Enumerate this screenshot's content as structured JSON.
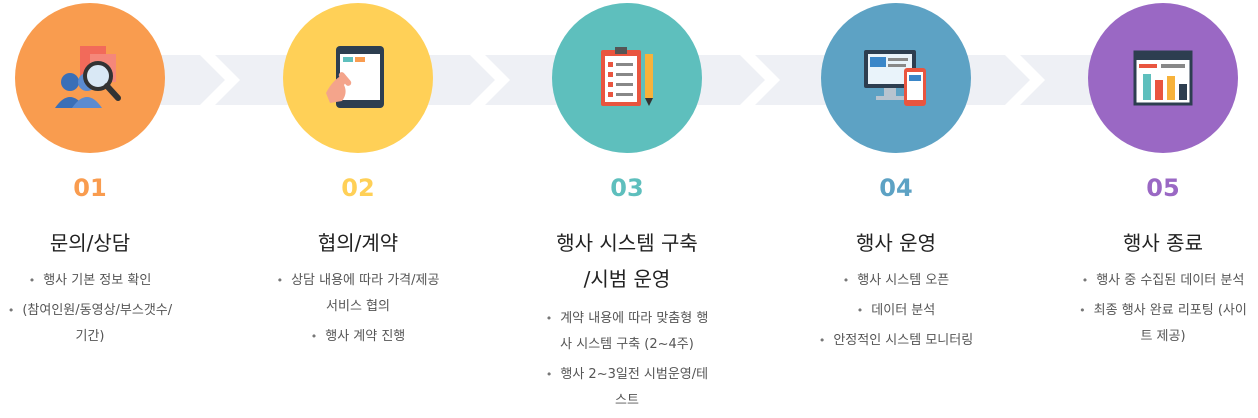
{
  "steps": [
    {
      "number": "01",
      "title_lines": [
        "문의/상담"
      ],
      "bullets": [
        "행사 기본 정보 확인",
        "(참여인원/동영상/부스갯수/기간)"
      ],
      "color": "#f99c4f",
      "icon": "consultation-magnifier-icon"
    },
    {
      "number": "02",
      "title_lines": [
        "협의/계약"
      ],
      "bullets": [
        "상담 내용에 따라 가격/제공 서비스 협의",
        "행사 계약 진행"
      ],
      "color": "#ffd057",
      "icon": "tablet-touch-icon"
    },
    {
      "number": "03",
      "title_lines": [
        "행사 시스템 구축",
        "/시범 운영"
      ],
      "bullets": [
        "계약 내용에 따라 맞춤형 행사 시스템 구축 (2~4주)",
        "행사 2~3일전 시범운영/테스트"
      ],
      "color": "#5ebfbd",
      "icon": "checklist-pencil-icon"
    },
    {
      "number": "04",
      "title_lines": [
        "행사 운영"
      ],
      "bullets": [
        "행사 시스템 오픈",
        "데이터 분석",
        "안정적인 시스템 모니터링"
      ],
      "color": "#5da2c4",
      "icon": "monitor-mobile-icon"
    },
    {
      "number": "05",
      "title_lines": [
        "행사 종료"
      ],
      "bullets": [
        "행사 중 수집된 데이터 분석",
        "최종 행사 완료 리포팅 (사이트 제공)"
      ],
      "color": "#9a68c4",
      "icon": "report-dashboard-icon"
    }
  ]
}
